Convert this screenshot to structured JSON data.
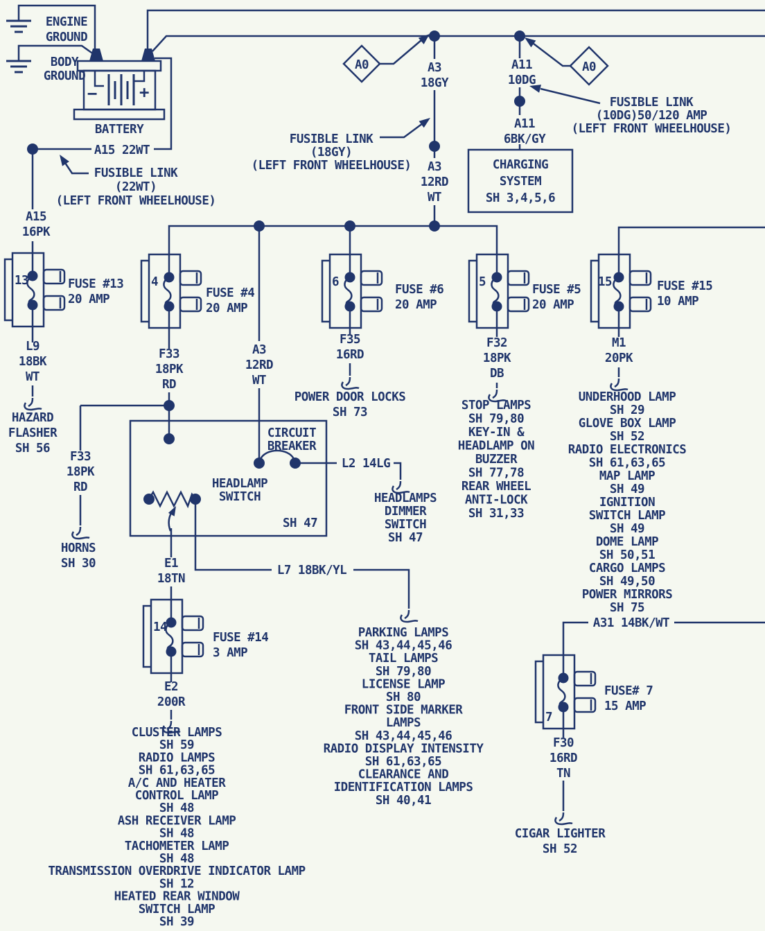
{
  "colors": {
    "ink": "#20356b",
    "bg": "#f5f8f0"
  },
  "battery": {
    "label": "BATTERY",
    "minus": "−",
    "plus": "+"
  },
  "grounds": {
    "engine": [
      "ENGINE",
      "GROUND"
    ],
    "body": [
      "BODY",
      "GROUND"
    ]
  },
  "connectors": {
    "a0_left": "A0",
    "a0_right": "A0"
  },
  "wires": {
    "a15_22wt": "A15 22WT",
    "a15_16pk": [
      "A15",
      "16PK"
    ],
    "a3_18gy": [
      "A3",
      "18GY"
    ],
    "a3_12rd_upper": [
      "A3",
      "12RD",
      "WT"
    ],
    "a3_12rd_lower": [
      "A3",
      "12RD",
      "WT"
    ],
    "a11_10dg": [
      "A11",
      "10DG"
    ],
    "a11_6bkgy": [
      "A11",
      "6BK/GY"
    ],
    "l9": [
      "L9",
      "18BK",
      "WT"
    ],
    "f33_fuse": [
      "F33",
      "18PK",
      "RD"
    ],
    "f33_horns": [
      "F33",
      "18PK",
      "RD"
    ],
    "f35": [
      "F35",
      "16RD"
    ],
    "f32": [
      "F32",
      "18PK",
      "DB"
    ],
    "m1": [
      "M1",
      "20PK"
    ],
    "e1": [
      "E1",
      "18TN"
    ],
    "e2": [
      "E2",
      "200R"
    ],
    "l2": "L2 14LG",
    "l7": "L7 18BK/YL",
    "a31": "A31 14BK/WT",
    "f30": [
      "F30",
      "16RD",
      "TN"
    ]
  },
  "fusible_links": {
    "wt22": [
      "FUSIBLE LINK",
      "(22WT)",
      "(LEFT FRONT WHEELHOUSE)"
    ],
    "gy18": [
      "FUSIBLE LINK",
      "(18GY)",
      "(LEFT FRONT WHEELHOUSE)"
    ],
    "dg10": [
      "FUSIBLE LINK",
      "(10DG)50/120 AMP",
      "(LEFT FRONT WHEELHOUSE)"
    ]
  },
  "charging_system": [
    "CHARGING",
    "SYSTEM",
    "SH 3,4,5,6"
  ],
  "headlamp_switch": {
    "breaker": [
      "CIRCUIT",
      "BREAKER"
    ],
    "name": [
      "HEADLAMP",
      "SWITCH"
    ],
    "sheet": "SH 47"
  },
  "fuses": [
    {
      "num": "13",
      "label": [
        "FUSE #13",
        "20 AMP"
      ]
    },
    {
      "num": "4",
      "label": [
        "FUSE #4",
        "20 AMP"
      ]
    },
    {
      "num": "6",
      "label": [
        "FUSE #6",
        "20 AMP"
      ]
    },
    {
      "num": "5",
      "label": [
        "FUSE #5",
        "20 AMP"
      ]
    },
    {
      "num": "15",
      "label": [
        "FUSE #15",
        "10 AMP"
      ]
    },
    {
      "num": "14",
      "label": [
        "FUSE #14",
        "3 AMP"
      ]
    },
    {
      "num": "7",
      "label": [
        "FUSE# 7",
        "15 AMP"
      ]
    }
  ],
  "destinations": {
    "hazard_flasher": [
      "HAZARD",
      "FLASHER",
      "SH 56"
    ],
    "horns": [
      "HORNS",
      "SH 30"
    ],
    "power_door_locks": [
      "POWER DOOR LOCKS",
      "SH 73"
    ],
    "headlamp_dimmer": [
      "HEADLAMPS",
      "DIMMER",
      "SWITCH",
      "SH 47"
    ],
    "f32_loads": [
      "STOP LAMPS",
      "SH 79,80",
      "KEY-IN &",
      "HEADLAMP ON",
      "BUZZER",
      "SH 77,78",
      "REAR WHEEL",
      "ANTI-LOCK",
      "SH 31,33"
    ],
    "m1_loads": [
      "UNDERHOOD LAMP",
      "SH 29",
      "GLOVE BOX LAMP",
      "SH 52",
      "RADIO ELECTRONICS",
      "SH 61,63,65",
      "MAP LAMP",
      "SH 49",
      "IGNITION",
      "SWITCH LAMP",
      "SH 49",
      "DOME LAMP",
      "SH 50,51",
      "CARGO LAMPS",
      "SH 49,50",
      "POWER MIRRORS",
      "SH 75"
    ],
    "l7_loads": [
      "PARKING LAMPS",
      "SH 43,44,45,46",
      "TAIL LAMPS",
      "SH 79,80",
      "LICENSE LAMP",
      "SH 80",
      "FRONT SIDE MARKER",
      "LAMPS",
      "SH 43,44,45,46",
      "RADIO DISPLAY INTENSITY",
      "SH 61,63,65",
      "CLEARANCE AND",
      "IDENTIFICATION LAMPS",
      "SH 40,41"
    ],
    "e2_loads": [
      "CLUSTER LAMPS",
      "SH 59",
      "RADIO LAMPS",
      "SH 61,63,65",
      "A/C AND HEATER",
      "CONTROL LAMP",
      "SH 48",
      "ASH RECEIVER LAMP",
      "SH 48",
      "TACHOMETER LAMP",
      "SH 48",
      "TRANSMISSION OVERDRIVE INDICATOR LAMP",
      "SH 12",
      "HEATED REAR WINDOW",
      "SWITCH LAMP",
      "SH 39"
    ],
    "cigar_lighter": [
      "CIGAR LIGHTER",
      "SH 52"
    ]
  }
}
